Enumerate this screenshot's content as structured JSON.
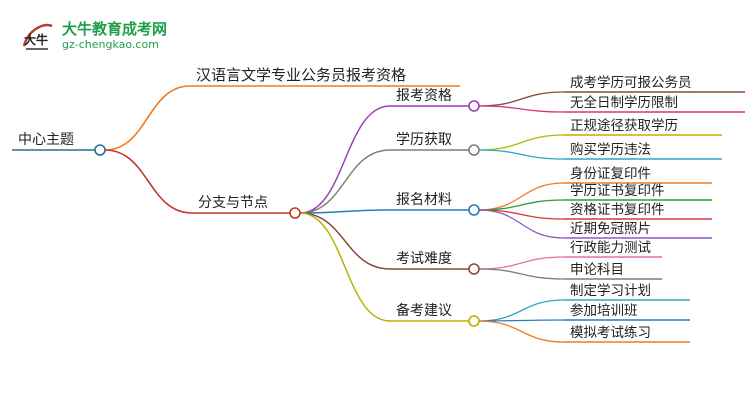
{
  "logo": {
    "title": "大牛教育成考网",
    "url": "gz-chengkao.com",
    "mark_text": "大牛"
  },
  "map": {
    "root": {
      "label": "中心主题",
      "color": "#2b6f8a"
    },
    "title_node": {
      "label": "汉语言文学专业公务员报考资格",
      "color": "#f07b1d"
    },
    "hub": {
      "label": "分支与节点",
      "color": "#c0392b"
    },
    "branches": [
      {
        "label": "报考资格",
        "color": "#9b3fb5",
        "leaves": [
          {
            "label": "成考学历可报公务员",
            "color": "#8a4a3a"
          },
          {
            "label": "无全日制学历限制",
            "color": "#d4377a"
          }
        ]
      },
      {
        "label": "学历获取",
        "color": "#7d7d7d",
        "leaves": [
          {
            "label": "正规途径获取学历",
            "color": "#b7b300"
          },
          {
            "label": "购买学历违法",
            "color": "#2aa7c9"
          }
        ]
      },
      {
        "label": "报名材料",
        "color": "#2b7bb9",
        "leaves": [
          {
            "label": "身份证复印件",
            "color": "#f07b1d"
          },
          {
            "label": "学历证书复印件",
            "color": "#2e9e3a"
          },
          {
            "label": "资格证书复印件",
            "color": "#d23b3b"
          },
          {
            "label": "近期免冠照片",
            "color": "#8a5bc2"
          }
        ]
      },
      {
        "label": "考试难度",
        "color": "#8a4a3a",
        "leaves": [
          {
            "label": "行政能力测试",
            "color": "#e36fb0"
          },
          {
            "label": "申论科目",
            "color": "#7d7d7d"
          }
        ]
      },
      {
        "label": "备考建议",
        "color": "#b7b300",
        "leaves": [
          {
            "label": "制定学习计划",
            "color": "#2aa7c9"
          },
          {
            "label": "参加培训班",
            "color": "#2b7bb9"
          },
          {
            "label": "模拟考试练习",
            "color": "#f07b1d"
          }
        ]
      }
    ]
  }
}
